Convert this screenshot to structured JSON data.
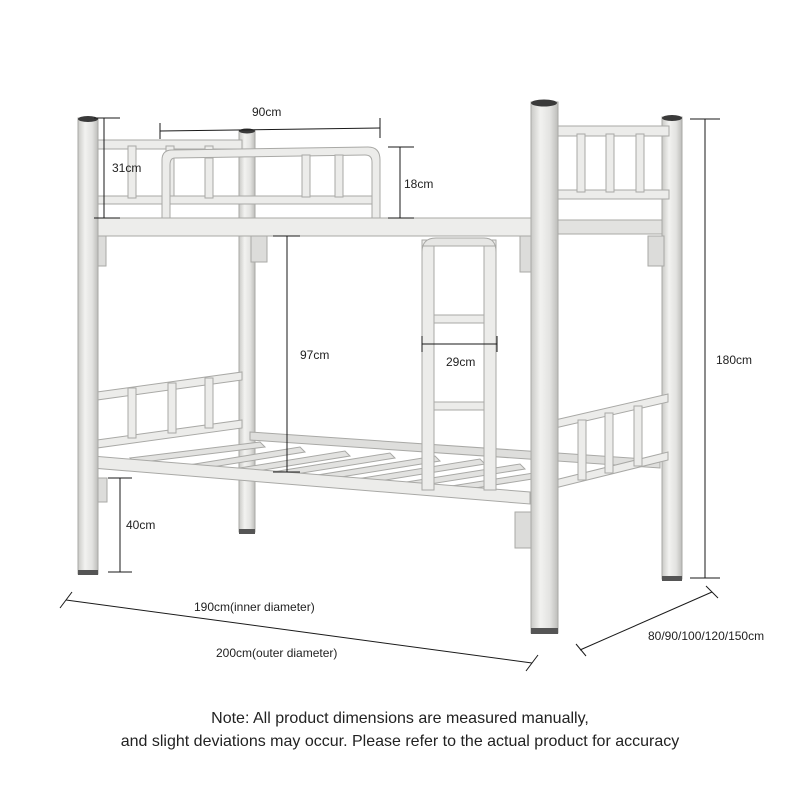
{
  "dimensions": {
    "guardrail_length": "90cm",
    "guardrail_height": "18cm",
    "headboard_height": "31cm",
    "bunk_clearance": "97cm",
    "ladder_width": "29cm",
    "total_height": "180cm",
    "leg_clearance": "40cm",
    "inner_length": "190cm(inner diameter)",
    "outer_length": "200cm(outer diameter)",
    "width_options": "80/90/100/120/150cm"
  },
  "note": {
    "line1": "Note: All product dimensions are measured manually,",
    "line2": "and slight deviations may occur. Please refer to the actual product for accuracy"
  },
  "colors": {
    "frame_fill": "#e6e6e4",
    "frame_edge": "#a9a9a6",
    "frame_shadow": "#cfcfcc",
    "dimension_line": "#1a1a1a",
    "post_cap": "#3a3a3a"
  }
}
